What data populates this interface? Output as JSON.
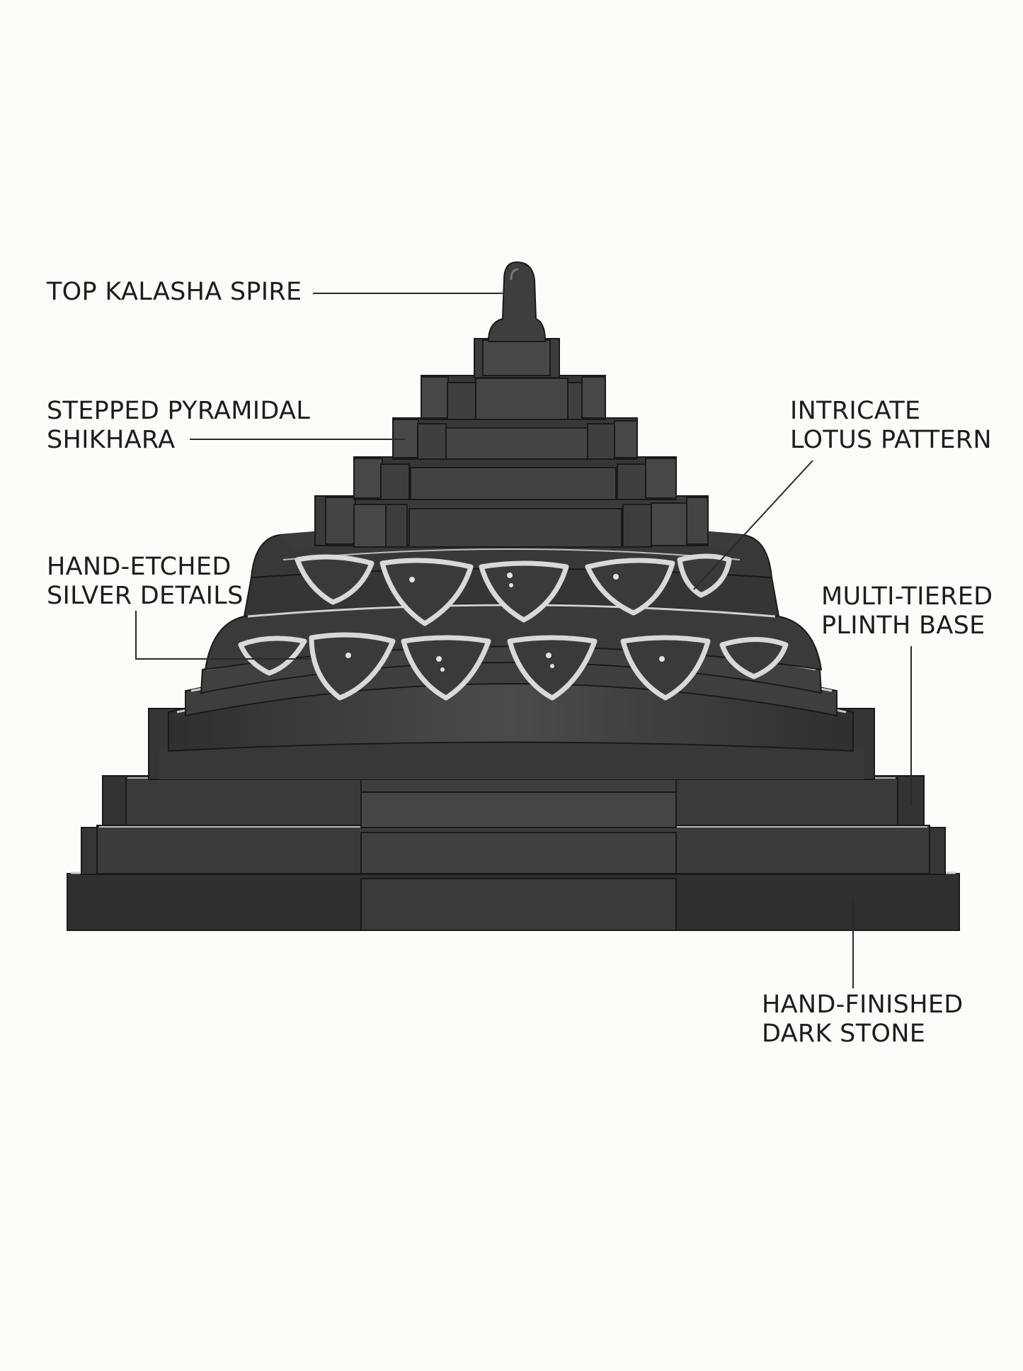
{
  "labels": {
    "spire": {
      "lines": [
        "TOP KALASHA SPIRE"
      ]
    },
    "shikhara": {
      "lines": [
        "STEPPED PYRAMIDAL",
        "SHIKHARA"
      ]
    },
    "silver": {
      "lines": [
        "HAND-ETCHED",
        "SILVER DETAILS"
      ]
    },
    "lotus": {
      "lines": [
        "INTRICATE",
        "LOTUS PATTERN"
      ]
    },
    "plinth": {
      "lines": [
        "MULTI-TIERED",
        "PLINTH BASE"
      ]
    },
    "stone": {
      "lines": [
        "HAND-FINISHED",
        "DARK STONE"
      ]
    }
  },
  "colors": {
    "background": "#fcfcfb",
    "stone_dark": "#2e2e2e",
    "stone_mid": "#454545",
    "stone_light": "#5e5e5e",
    "silver": "#d9d9d9",
    "text": "#1d1d1d"
  }
}
